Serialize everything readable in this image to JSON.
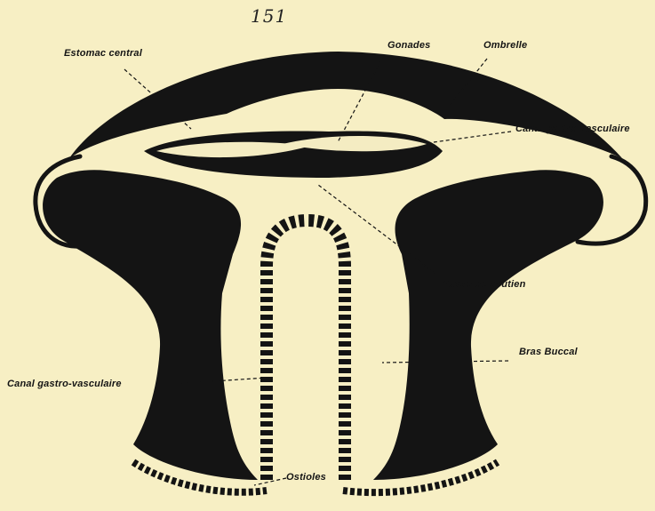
{
  "page_number": "151",
  "colors": {
    "paper": "#f7efc4",
    "ink": "#141414",
    "gonad_speckle": "#f4ecc2"
  },
  "labels": {
    "estomac_central": "Estomac central",
    "gonades": "Gonades",
    "ombrelle": "Ombrelle",
    "canal_gastro_vasculaire_top": "Canal gastro-vasculaire",
    "plaque_de_soutien": "Plaque de soutien",
    "bras_buccal": "Bras Buccal",
    "canal_gastro_vasculaire_left": "Canal gastro-vasculaire",
    "ostioles": "Ostioles"
  }
}
